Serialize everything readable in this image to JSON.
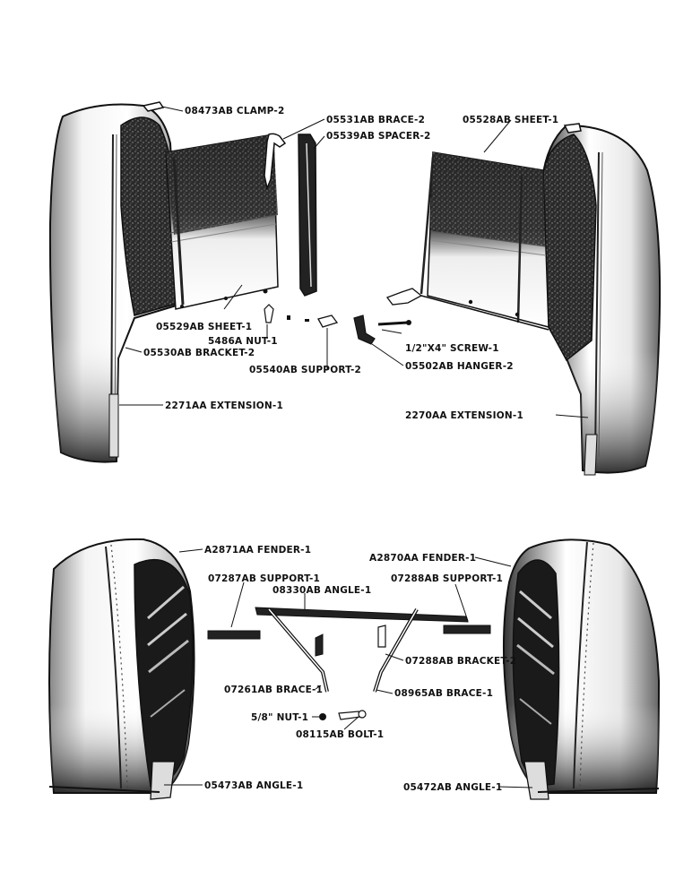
{
  "labels": {
    "clamp": "08473AB CLAMP-2",
    "brace_top": "05531AB BRACE-2",
    "spacer": "05539AB SPACER-2",
    "sheet_right": "05528AB SHEET-1",
    "sheet_left": "05529AB SHEET-1",
    "nut_top": "5486A NUT-1",
    "bracket_left": "05530AB BRACKET-2",
    "screw": "1/2\"X4\" SCREW-1",
    "support_mid": "05540AB SUPPORT-2",
    "hanger": "05502AB HANGER-2",
    "ext_left": "2271AA EXTENSION-1",
    "ext_right": "2270AA EXTENSION-1",
    "fender_left": "A2871AA FENDER-1",
    "fender_right": "A2870AA FENDER-1",
    "support_left": "07287AB SUPPORT-1",
    "angle_mid": "08330AB ANGLE-1",
    "support_right": "07288AB SUPPORT-1",
    "bracket_mid": "07288AB BRACKET-2",
    "brace_left": "07261AB BRACE-1",
    "brace_right": "08965AB BRACE-1",
    "nut_bottom": "5/8\" NUT-1",
    "bolt": "08115AB BOLT-1",
    "angle_left": "05473AB ANGLE-1",
    "angle_right": "05472AB ANGLE-1"
  }
}
